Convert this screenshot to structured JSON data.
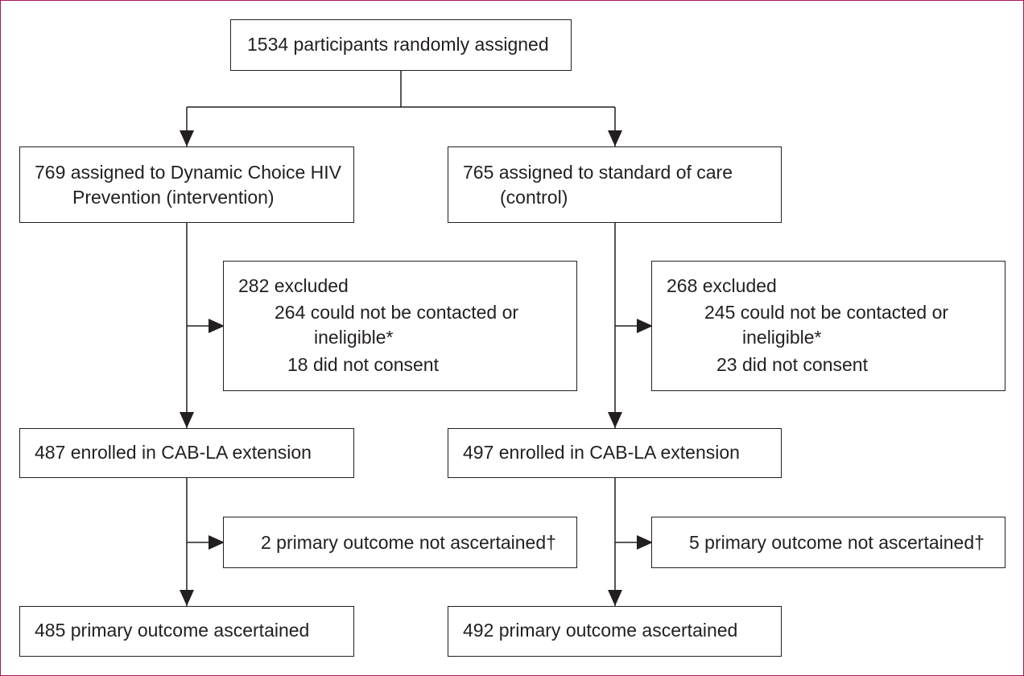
{
  "colors": {
    "frame": "#a3195b",
    "stroke": "#231f20",
    "background": "#ffffff"
  },
  "flowchart": {
    "top": {
      "text": "1534 participants randomly assigned"
    },
    "intervention": {
      "assigned": [
        "769 assigned to Dynamic Choice HIV",
        "Prevention (intervention)"
      ],
      "excluded": {
        "header": "282 excluded",
        "reason_1": [
          "264 could not be contacted or",
          "ineligible*"
        ],
        "reason_2": "18 did not consent"
      },
      "enrolled": "487 enrolled in CAB-LA extension",
      "not_ascertained": "2 primary outcome not ascertained†",
      "ascertained": "485 primary outcome ascertained"
    },
    "control": {
      "assigned": [
        "765 assigned to standard of care",
        "(control)"
      ],
      "excluded": {
        "header": "268 excluded",
        "reason_1": [
          "245 could not be contacted or",
          "ineligible*"
        ],
        "reason_2": "23 did not consent"
      },
      "enrolled": "497 enrolled in CAB-LA extension",
      "not_ascertained": "5 primary outcome not ascertained†",
      "ascertained": "492 primary outcome ascertained"
    }
  }
}
